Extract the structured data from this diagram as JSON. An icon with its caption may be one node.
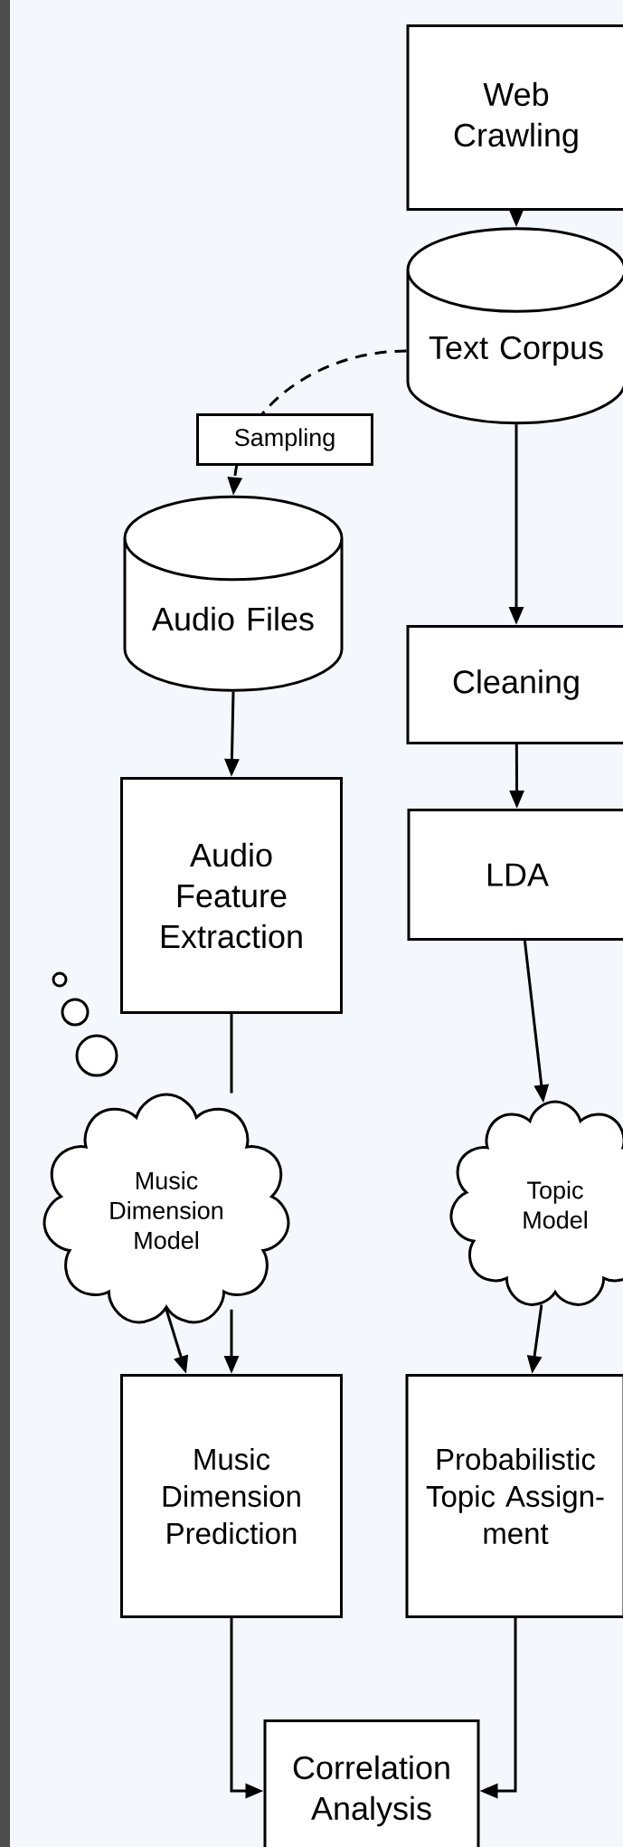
{
  "diagram": {
    "nodes": [
      {
        "text": [
          "Web Crawling"
        ]
      },
      {
        "text": [
          "Text Corpus"
        ]
      },
      {
        "text": [
          "Audio Files"
        ]
      },
      {
        "text": [
          "Cleaning"
        ]
      },
      {
        "text": [
          "Audio Feature Extraction"
        ]
      },
      {
        "text": [
          "LDA"
        ]
      },
      {
        "text": [
          "Music Dimension Model"
        ]
      },
      {
        "text": [
          "Topic Model"
        ]
      },
      {
        "text": [
          "Music Dimension Prediction"
        ]
      },
      {
        "text": [
          "Probabilistic Topic Assign- ment"
        ]
      },
      {
        "text": [
          "Correlation Analysis"
        ]
      }
    ],
    "edges": [
      {
        "from": 0,
        "to": 1,
        "arrow": "to"
      },
      {
        "from": 1,
        "to": 2,
        "arrow": "to",
        "style": "dashed",
        "label": "Sampling"
      },
      {
        "from": 1,
        "to": 3,
        "arrow": "to"
      },
      {
        "from": 3,
        "to": 5,
        "arrow": "to"
      },
      {
        "from": 2,
        "to": 4,
        "arrow": "to"
      },
      {
        "from": 4,
        "to": 6,
        "arrow": "none"
      },
      {
        "from": 6,
        "to": 8,
        "arrow": "to"
      },
      {
        "from": 6,
        "to": 8,
        "arrow": "to"
      },
      {
        "from": 5,
        "to": 7,
        "arrow": "to"
      },
      {
        "from": 7,
        "to": 9,
        "arrow": "to"
      },
      {
        "from": 8,
        "to": 10,
        "arrow": "to"
      },
      {
        "from": 9,
        "to": 10,
        "arrow": "to"
      }
    ]
  }
}
